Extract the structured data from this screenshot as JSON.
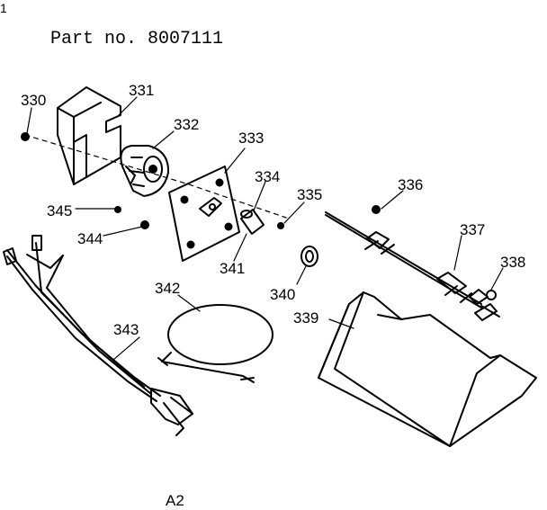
{
  "header": {
    "title": "Part no. 8007111",
    "corner_mark": "1"
  },
  "parts": {
    "p330": "330",
    "p331": "331",
    "p332": "332",
    "p333": "333",
    "p334": "334",
    "p335": "335",
    "p336": "336",
    "p337": "337",
    "p338": "338",
    "p339": "339",
    "p340": "340",
    "p341": "341",
    "p342": "342",
    "p343": "343",
    "p344": "344",
    "p345": "345"
  },
  "footer": {
    "page_mark": "A2"
  },
  "colors": {
    "ink": "#000000",
    "paper": "#ffffff"
  }
}
